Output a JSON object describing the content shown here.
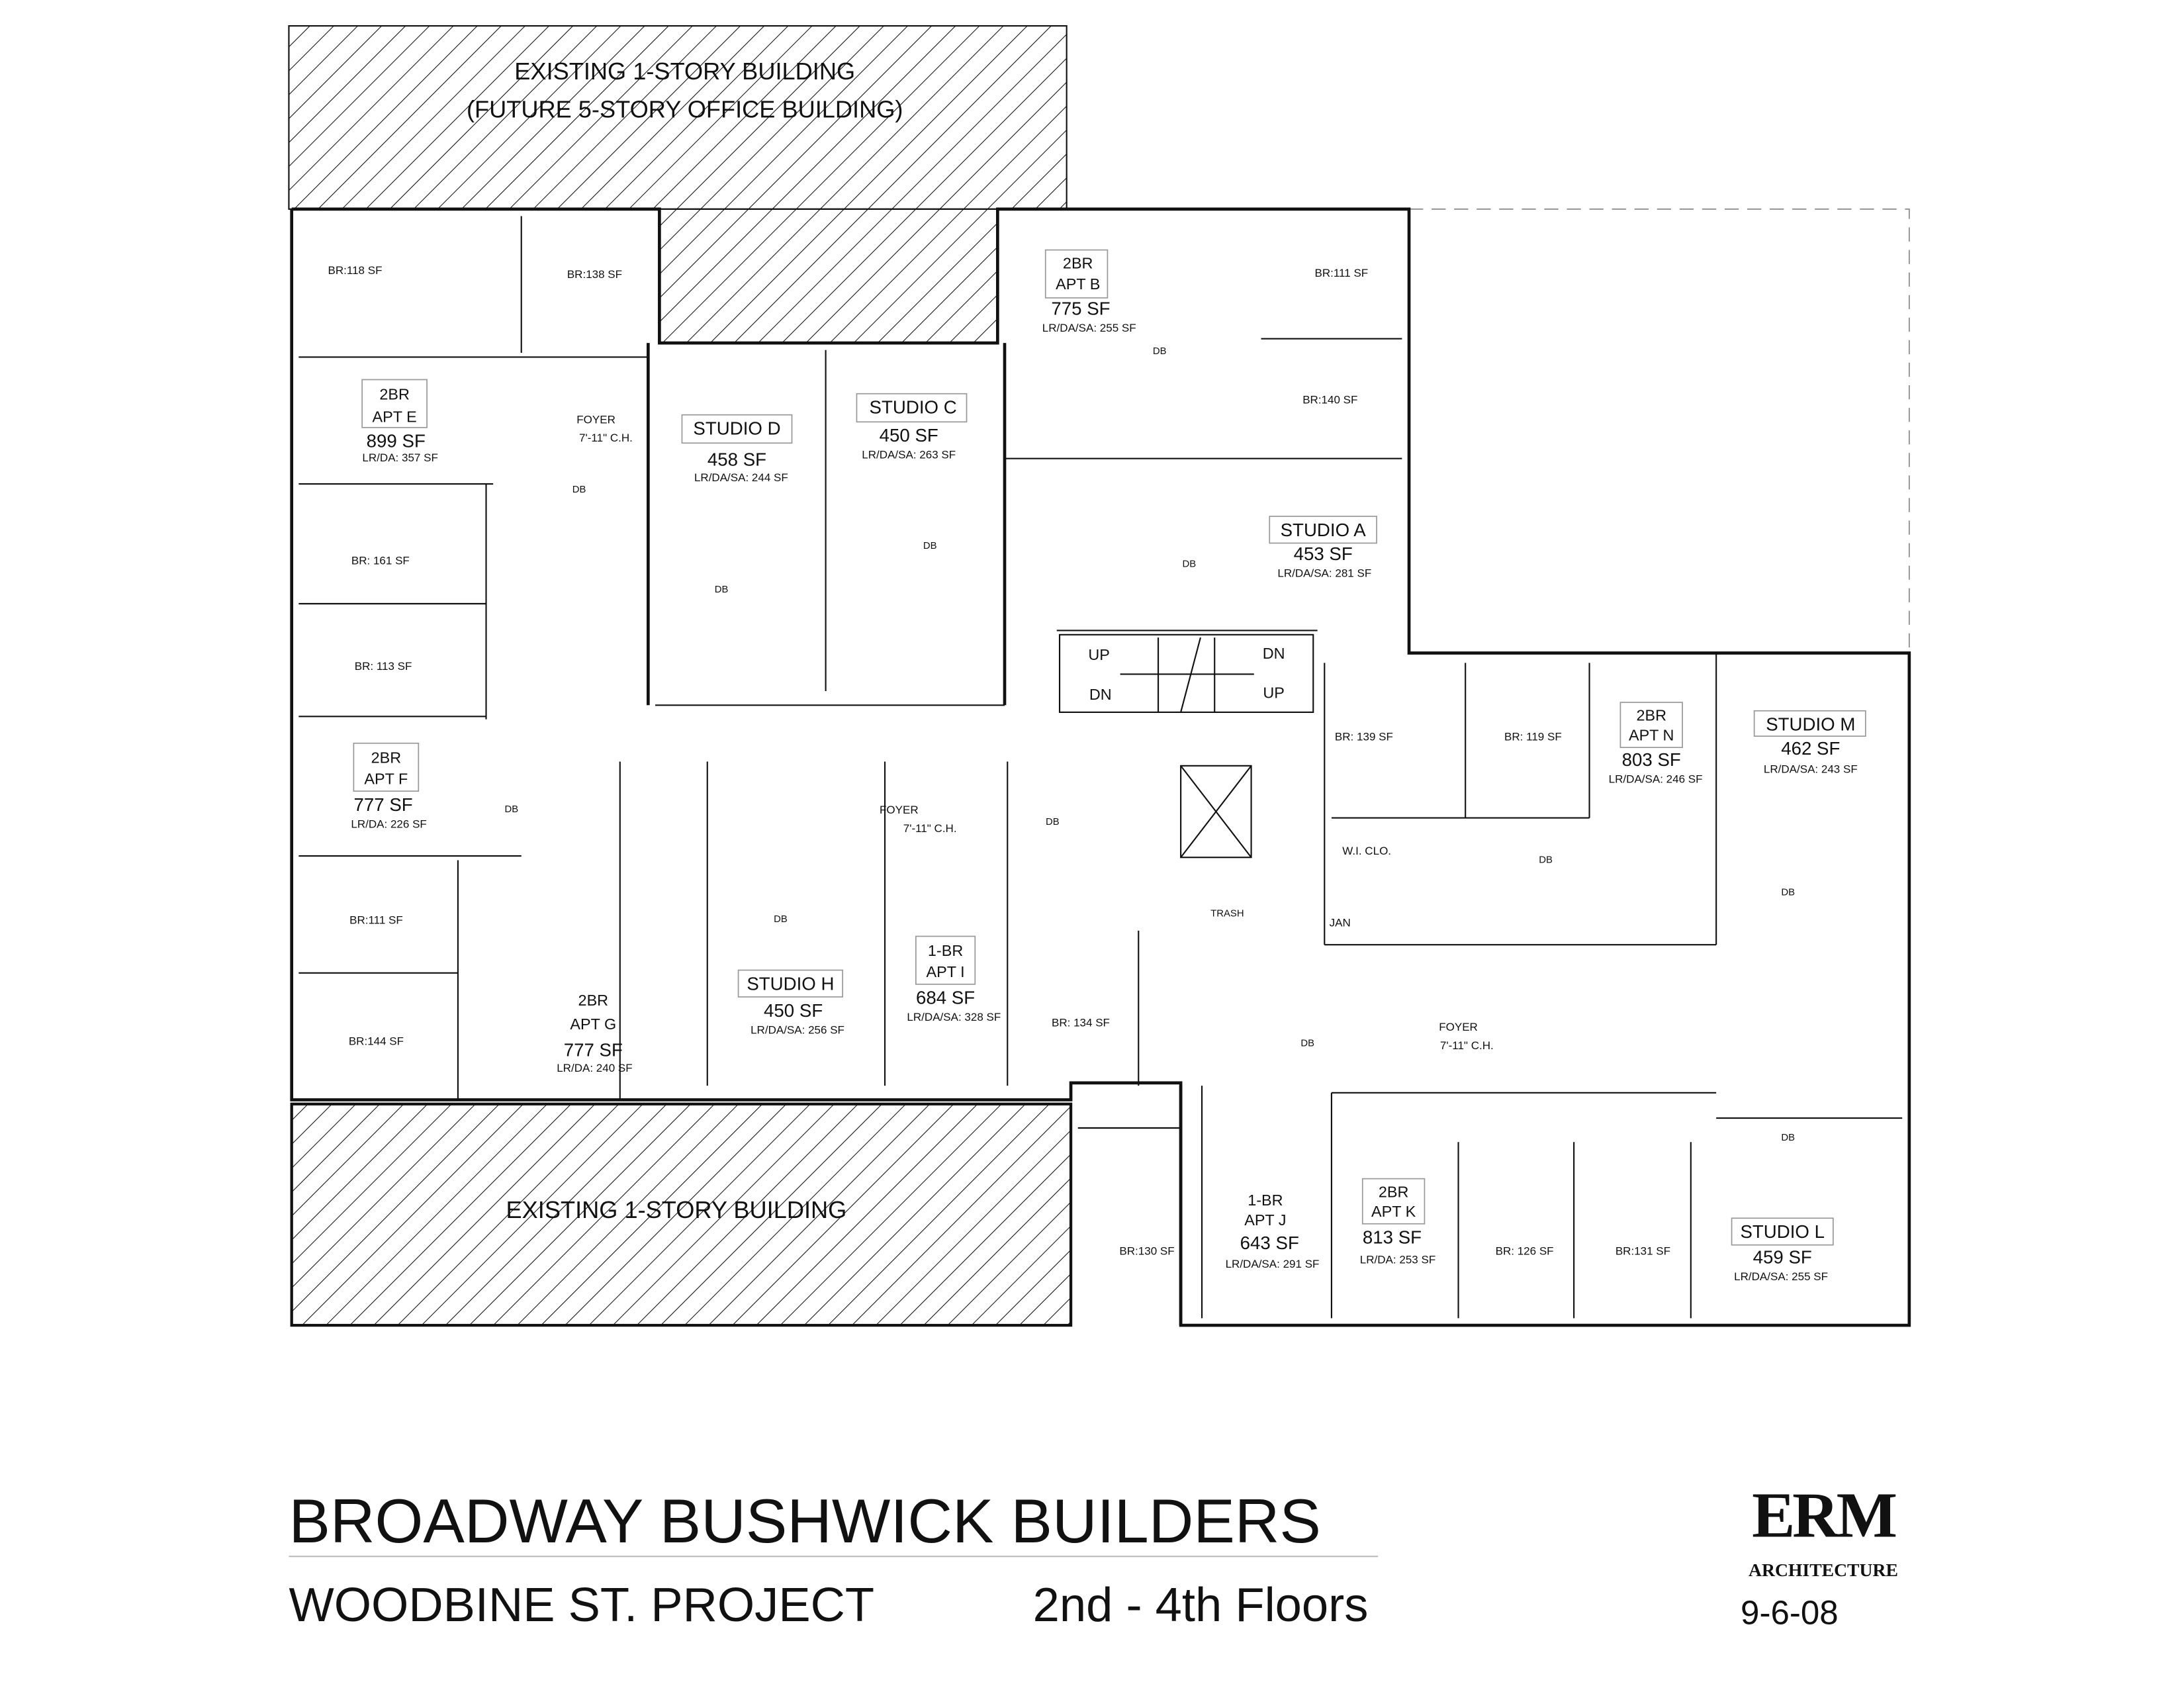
{
  "existing": {
    "top_line1": "EXISTING 1-STORY BUILDING",
    "top_line2": "(FUTURE 5-STORY OFFICE BUILDING)",
    "bottom": "EXISTING 1-STORY BUILDING"
  },
  "units": {
    "E": {
      "type": "2BR",
      "name": "APT E",
      "area": "899 SF",
      "sub": "LR/DA: 357 SF"
    },
    "D": {
      "name": "STUDIO D",
      "area": "458 SF",
      "sub": "LR/DA/SA: 244 SF"
    },
    "C": {
      "name": "STUDIO C",
      "area": "450 SF",
      "sub": "LR/DA/SA: 263 SF"
    },
    "B": {
      "type": "2BR",
      "name": "APT B",
      "area": "775 SF",
      "sub": "LR/DA/SA: 255 SF"
    },
    "A": {
      "name": "STUDIO A",
      "area": "453 SF",
      "sub": "LR/DA/SA: 281 SF"
    },
    "F": {
      "type": "2BR",
      "name": "APT F",
      "area": "777 SF",
      "sub": "LR/DA: 226 SF"
    },
    "G": {
      "type": "2BR",
      "name": "APT G",
      "area": "777 SF",
      "sub": "LR/DA: 240 SF"
    },
    "H": {
      "name": "STUDIO H",
      "area": "450 SF",
      "sub": "LR/DA/SA: 256 SF"
    },
    "I": {
      "type": "1-BR",
      "name": "APT I",
      "area": "684 SF",
      "sub": "LR/DA/SA: 328 SF"
    },
    "N": {
      "type": "2BR",
      "name": "APT N",
      "area": "803 SF",
      "sub": "LR/DA/SA: 246 SF"
    },
    "M": {
      "name": "STUDIO M",
      "area": "462 SF",
      "sub": "LR/DA/SA: 243 SF"
    },
    "J": {
      "type": "1-BR",
      "name": "APT J",
      "area": "643 SF",
      "sub": "LR/DA/SA: 291 SF"
    },
    "K": {
      "type": "2BR",
      "name": "APT K",
      "area": "813 SF",
      "sub": "LR/DA: 253 SF"
    },
    "L": {
      "name": "STUDIO L",
      "area": "459 SF",
      "sub": "LR/DA/SA: 255 SF"
    }
  },
  "rooms": {
    "br118": "BR:118 SF",
    "br138": "BR:138 SF",
    "br161": "BR: 161 SF",
    "br113": "BR: 113 SF",
    "br111b": "BR:111 SF",
    "br140": "BR:140 SF",
    "br139": "BR: 139 SF",
    "br119": "BR: 119 SF",
    "br111f": "BR:111 SF",
    "br144": "BR:144 SF",
    "br134": "BR: 134 SF",
    "br130": "BR:130 SF",
    "br126": "BR: 126 SF",
    "br131": "BR:131 SF",
    "foyer": "FOYER",
    "ceiling": "7'-11\" C.H.",
    "db": "DB",
    "wic": "W.I. CLO.",
    "jan": "JAN",
    "trash": "TRASH",
    "up": "UP",
    "dn": "DN"
  },
  "title_block": {
    "title": "BROADWAY BUSHWICK BUILDERS",
    "project": "WOODBINE ST. PROJECT",
    "floors": "2nd - 4th Floors",
    "logo": "ERM",
    "logo_sub": "ARCHITECTURE",
    "date": "9-6-08"
  }
}
